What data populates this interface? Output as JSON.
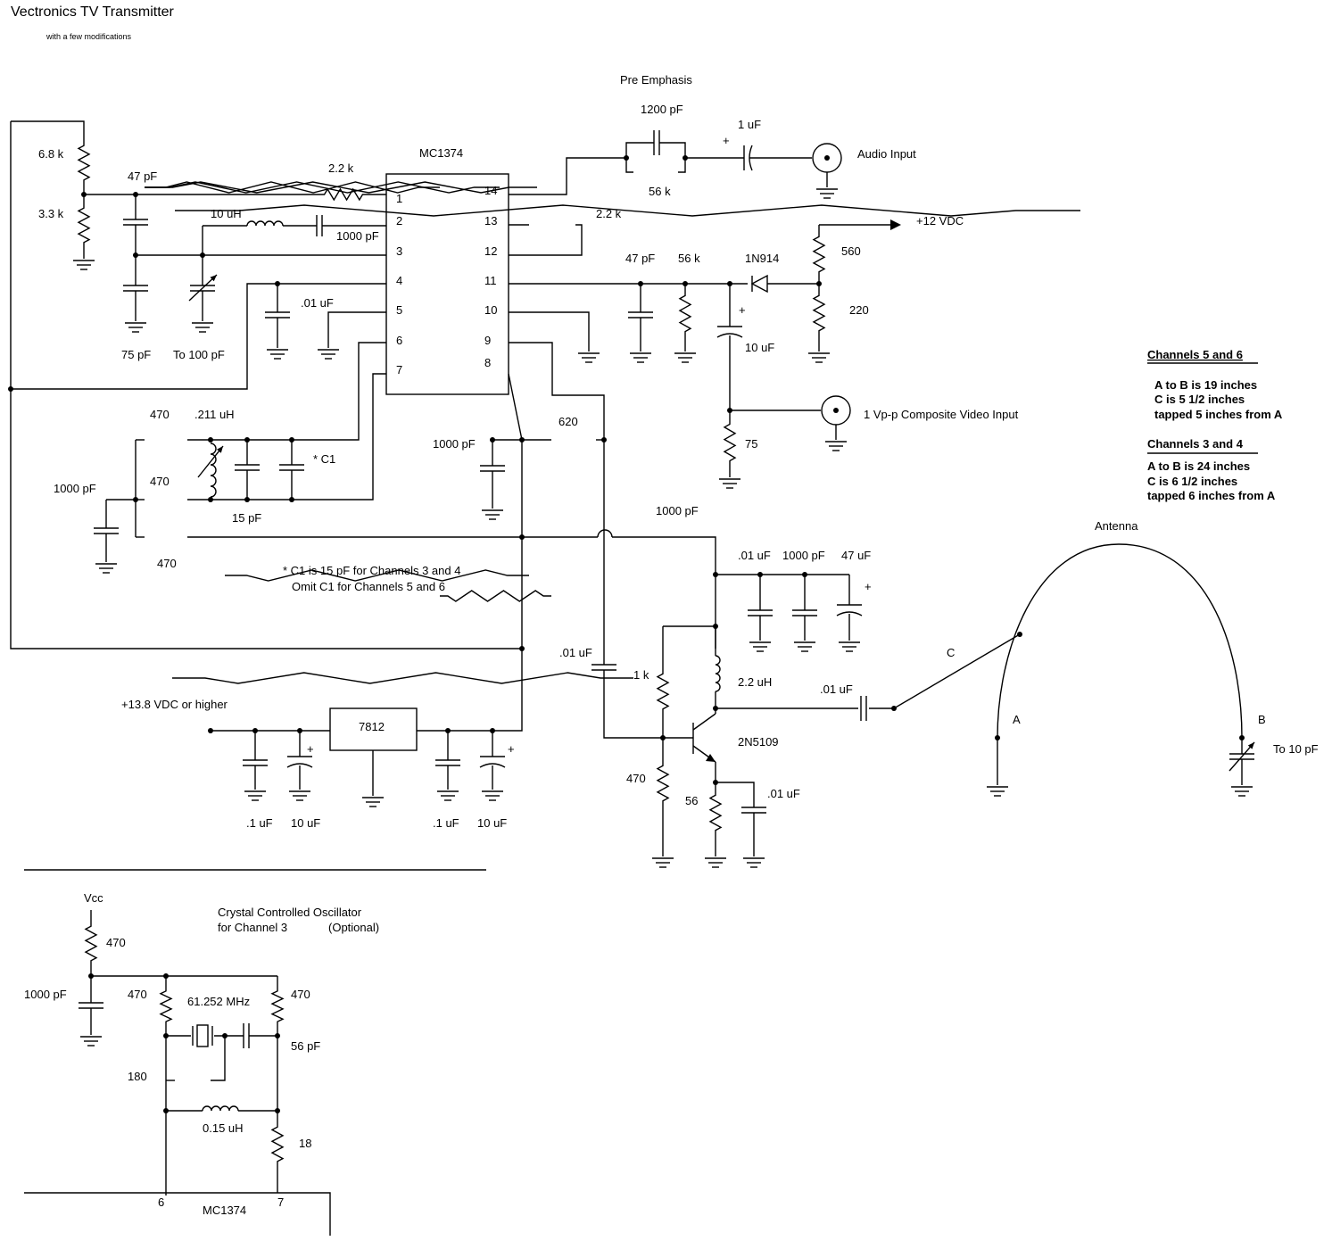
{
  "title": "Vectronics TV Transmitter",
  "subtitle": "with a few modifications",
  "ic": {
    "name": "MC1374",
    "pins_left": [
      "1",
      "2",
      "3",
      "4",
      "5",
      "6",
      "7"
    ],
    "pins_right": [
      "14",
      "13",
      "12",
      "11",
      "10",
      "9",
      "8"
    ]
  },
  "labels": {
    "r68k": "6.8 k",
    "r33k": "3.3 k",
    "c47pf_a": "47 pF",
    "r22k_a": "2.2 k",
    "l10uh": "10 uH",
    "c1000pf_a": "1000 pF",
    "c75pf": "75 pF",
    "ctrim100": "To 100 pF",
    "c01uf_a": ".01 uF",
    "r470_a": "470",
    "l211uh": ".211 uH",
    "r470_b": "470",
    "c15pf": "15 pF",
    "c1star": "* C1",
    "c1000pf_b": "1000 pF",
    "r470_c": "470",
    "note1": "* C1 is 15 pF for Channels 3 and 4",
    "note2": "Omit C1 for Channels 5 and 6",
    "pre_emphasis": "Pre Emphasis",
    "c1200pf": "1200 pF",
    "r56k_a": "56 k",
    "c1uf": "1 uF",
    "audio_input": "Audio Input",
    "r22k_b": "2.2 k",
    "vcc12": "+12 VDC",
    "r560": "560",
    "r220": "220",
    "c47pf_b": "47 pF",
    "r56k_b": "56 k",
    "d1n914": "1N914",
    "c10uf_a": "10 uF",
    "video_input": "1 Vp-p Composite Video Input",
    "r75": "75",
    "c1000pf_c": "1000 pF",
    "r620": "620",
    "c1000pf_d": "1000 pF",
    "c01uf_b": ".01 uF",
    "c1000pf_e": "1000 pF",
    "c47uf": "47 uF",
    "c01uf_c": ".01 uF",
    "r1k": "1 k",
    "l22uh": "2.2 uH",
    "c01uf_d": ".01 uF",
    "q2n5109": "2N5109",
    "r470_d": "470",
    "r56": "56",
    "c01uf_e": ".01 uF",
    "supply_in": "+13.8 VDC or higher",
    "reg7812": "7812",
    "c01uf_f": ".1 uF",
    "c10uf_b": "10 uF",
    "c01uf_g": ".1 uF",
    "c10uf_c": "10 uF",
    "antenna": "Antenna",
    "node_c": "C",
    "node_a": "A",
    "node_b": "B",
    "ctrim10": "To 10 pF",
    "plus": "+"
  },
  "channel_notes": {
    "ch56_title": "Channels 5 and 6",
    "ch56_lines": [
      "A to B is 19 inches",
      "C is 5 1/2 inches",
      "tapped 5 inches from A"
    ],
    "ch34_title": "Channels 3 and 4",
    "ch34_lines": [
      "A to B is 24 inches",
      "C is 6 1/2 inches",
      "tapped 6 inches from A"
    ]
  },
  "oscillator": {
    "vcc": "Vcc",
    "title_line1": "Crystal Controlled Oscillator",
    "title_line2": "for Channel 3",
    "optional": "(Optional)",
    "r470_a": "470",
    "c1000pf": "1000 pF",
    "r470_b": "470",
    "crystal": "61.252 MHz",
    "r470_c": "470",
    "c56pf": "56 pF",
    "r180": "180",
    "l015uh": "0.15 uH",
    "r18": "18",
    "pin6": "6",
    "pin7": "7",
    "ic_name": "MC1374"
  }
}
